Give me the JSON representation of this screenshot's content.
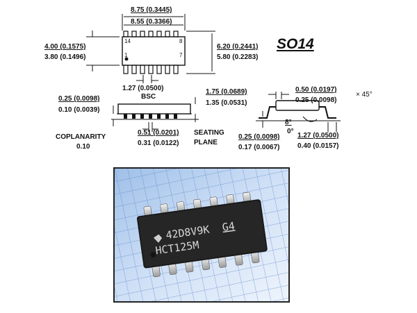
{
  "package": {
    "title": "SO14",
    "body_length": {
      "max": "8.75 (0.3445)",
      "min": "8.55 (0.3366)"
    },
    "body_width": {
      "max": "4.00 (0.1575)",
      "min": "3.80 (0.1496)"
    },
    "overall_width": {
      "max": "6.20 (0.2441)",
      "min": "5.80 (0.2283)"
    },
    "pin_labels": {
      "p14": "14",
      "p8": "8",
      "p1": "1",
      "p7": "7"
    },
    "pitch": {
      "value": "1.27 (0.0500)",
      "note": "BSC"
    },
    "standoff": {
      "max": "0.25 (0.0098)",
      "min": "0.10 (0.0039)"
    },
    "height": {
      "max": "1.75 (0.0689)",
      "min": "1.35 (0.0531)"
    },
    "lead_width": {
      "max": "0.51 (0.0201)",
      "min": "0.31 (0.0122)"
    },
    "coplanarity": {
      "label": "COPLANARITY",
      "value": "0.10"
    },
    "seating_plane": {
      "line1": "SEATING",
      "line2": "PLANE"
    },
    "chamfer": {
      "max": "0.50 (0.0197)",
      "min": "0.25 (0.0098)",
      "suffix": "× 45°"
    },
    "lead_thickness": {
      "max": "0.25 (0.0098)",
      "min": "0.17 (0.0067)"
    },
    "lead_angle": {
      "max": "8°",
      "min": "0°"
    },
    "foot_length": {
      "max": "1.27 (0.0500)",
      "min": "0.40 (0.0157)"
    }
  },
  "photo": {
    "marking_line1": "42D8V9K",
    "marking_grade": "G4",
    "marking_line2": "HCT125M"
  }
}
